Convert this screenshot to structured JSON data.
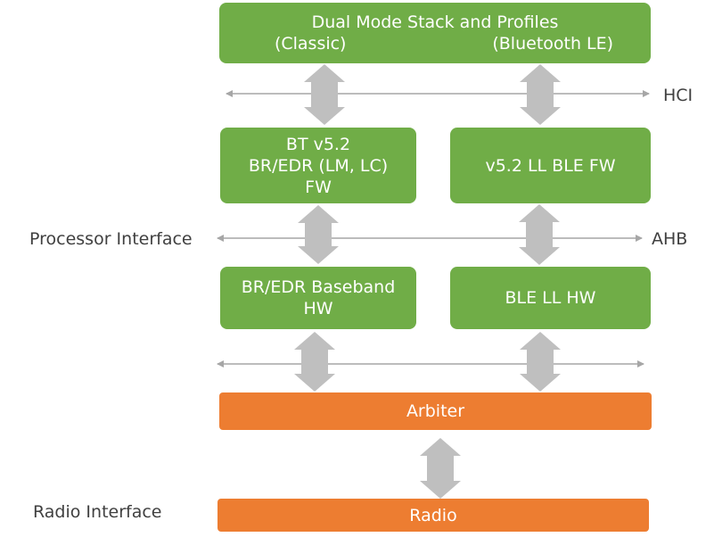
{
  "blocks": {
    "stack": {
      "title": "Dual Mode Stack and Profiles",
      "left": "(Classic)",
      "right": "(Bluetooth LE)"
    },
    "bt_fw": {
      "line1": "BT v5.2",
      "line2": "BR/EDR (LM, LC)",
      "line3": "FW"
    },
    "ble_fw": {
      "label": "v5.2 LL BLE FW"
    },
    "br_hw": {
      "line1": "BR/EDR Baseband",
      "line2": "HW"
    },
    "ble_hw": {
      "label": "BLE LL HW"
    },
    "arbiter": {
      "label": "Arbiter"
    },
    "radio": {
      "label": "Radio"
    }
  },
  "labels": {
    "hci": "HCI",
    "ahb": "AHB",
    "processor_interface": "Processor  Interface",
    "radio_interface": "Radio Interface"
  },
  "colors": {
    "green": "#70ad47",
    "orange": "#ed7d31",
    "arrow": "#bfbfbf",
    "bus_line": "#a6a6a6",
    "label_text": "#404040"
  }
}
